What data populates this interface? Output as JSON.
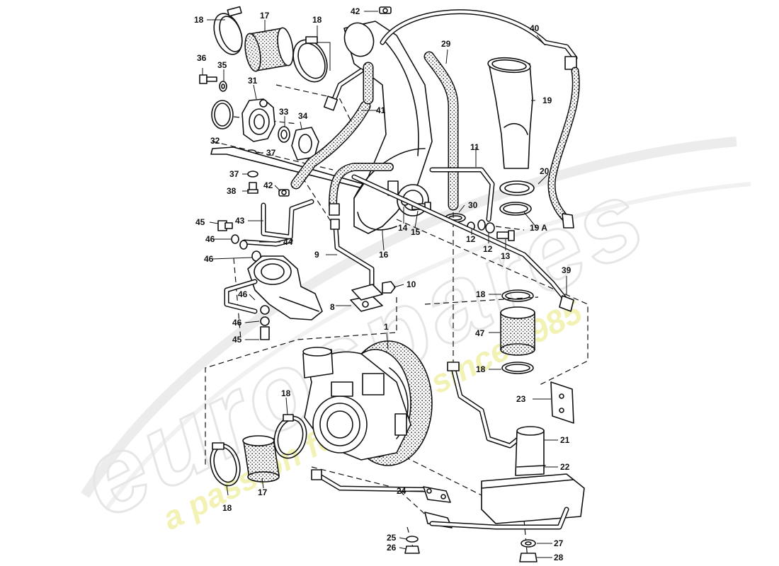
{
  "watermark": {
    "brand": "eurospares",
    "tagline": "a passion for parts since 1985"
  },
  "colors": {
    "line": "#111111",
    "watermark_brand": "#e6e6e6",
    "watermark_tagline": "#f0f0a8",
    "background": "#ffffff"
  },
  "callouts": {
    "c1": "1",
    "c8": "8",
    "c9": "9",
    "c10": "10",
    "c11": "11",
    "c12a": "12",
    "c12b": "12",
    "c13": "13",
    "c14": "14",
    "c15": "15",
    "c16": "16",
    "c17a": "17",
    "c17b": "17",
    "c18a": "18",
    "c18b": "18",
    "c18c": "18",
    "c18d": "18",
    "c18e": "18",
    "c18f": "18",
    "c19": "19",
    "c19a": "19 A",
    "c20": "20",
    "c21": "21",
    "c22": "22",
    "c23": "23",
    "c24": "24",
    "c25": "25",
    "c26": "26",
    "c27": "27",
    "c28": "28",
    "c29": "29",
    "c30": "30",
    "c31": "31",
    "c32": "32",
    "c33": "33",
    "c34": "34",
    "c35": "35",
    "c36": "36",
    "c37a": "37",
    "c37b": "37",
    "c38": "38",
    "c39": "39",
    "c40": "40",
    "c41": "41",
    "c42a": "42",
    "c42b": "42",
    "c43": "43",
    "c44": "44",
    "c45a": "45",
    "c45b": "45",
    "c46a": "46",
    "c46b": "46",
    "c46c": "46",
    "c46d": "46",
    "c47": "47"
  }
}
